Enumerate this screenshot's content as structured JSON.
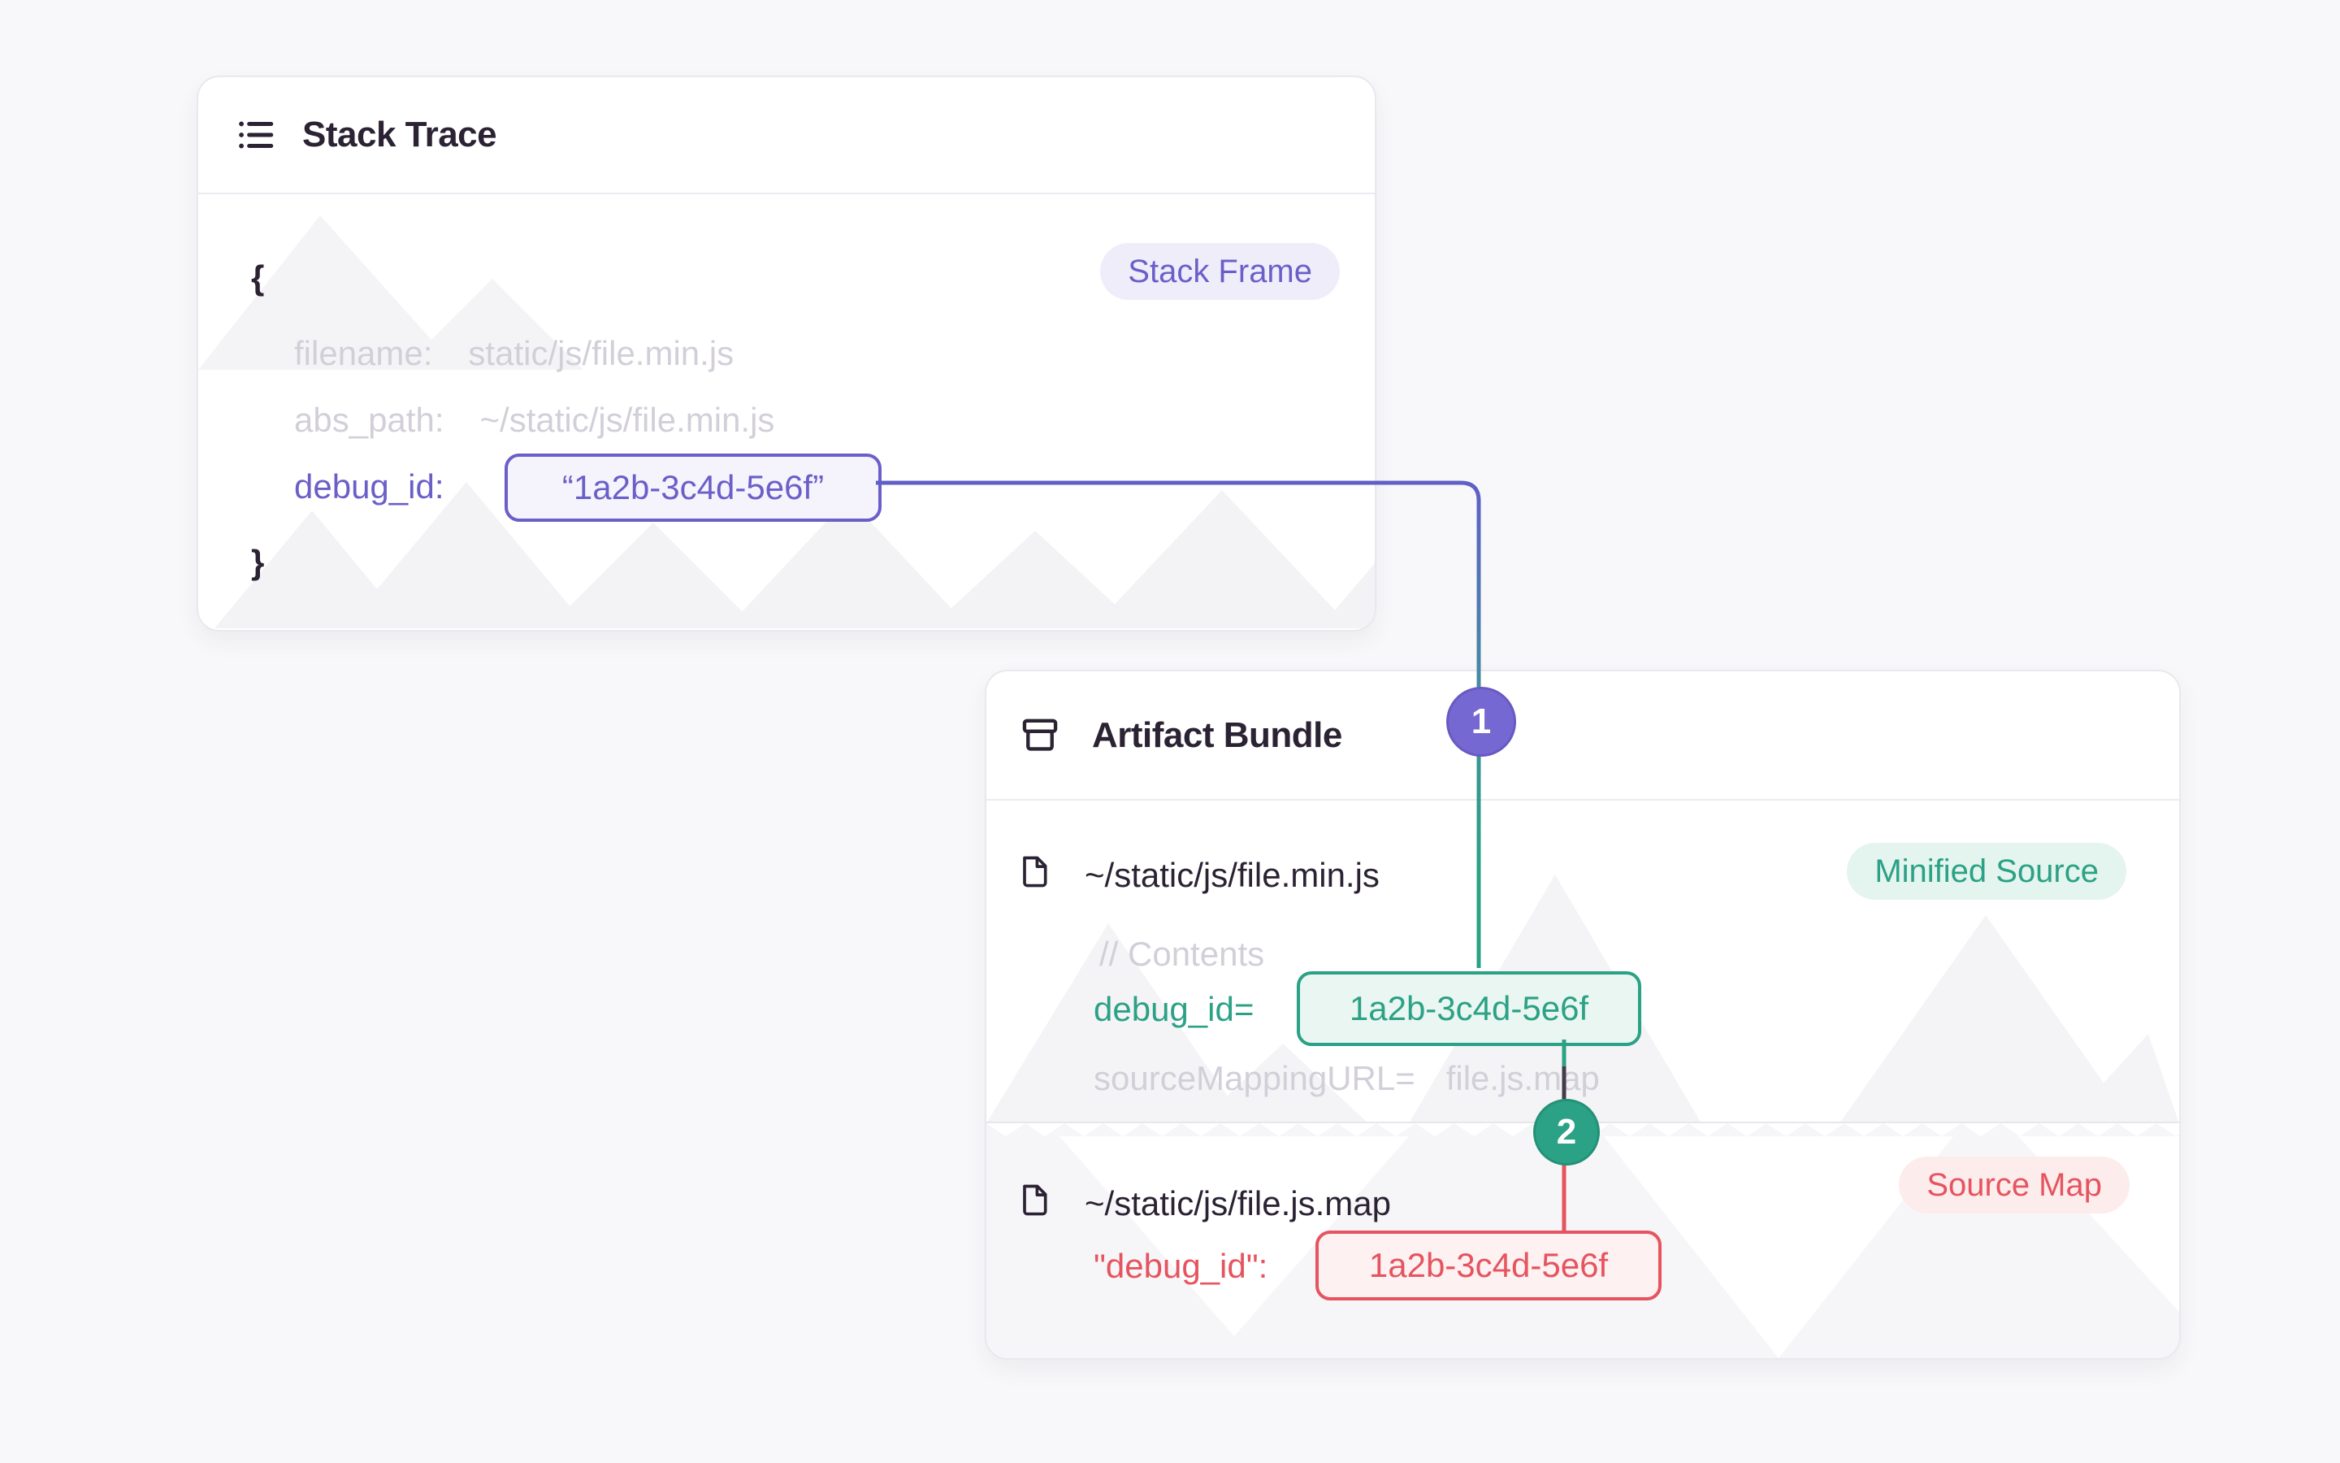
{
  "page": {
    "background": "#f8f8fa",
    "accent_colors": {
      "purple": "#6a5fc8",
      "green": "#2ba185",
      "red": "#e5545f",
      "dark_text": "#2b2233",
      "muted_text": "#d2cfd9",
      "connector_dark": "#433c4c"
    }
  },
  "stack_trace_card": {
    "title": "Stack Trace",
    "badge": "Stack Frame",
    "brace_open": "{",
    "brace_close": "}",
    "rows": {
      "filename": {
        "label": "filename:",
        "value": "static/js/file.min.js"
      },
      "abs_path": {
        "label": "abs_path:",
        "value": "~/static/js/file.min.js"
      },
      "debug_id": {
        "label": "debug_id:",
        "value": "“1a2b-3c4d-5e6f”"
      }
    }
  },
  "artifact_bundle_card": {
    "title": "Artifact Bundle",
    "minified": {
      "path": "~/static/js/file.min.js",
      "badge": "Minified Source",
      "comment": "// Contents",
      "debug": {
        "label": "debug_id=",
        "value": "1a2b-3c4d-5e6f"
      },
      "mapping": {
        "label": "sourceMappingURL=",
        "value": "file.js.map"
      }
    },
    "sourcemap": {
      "path": "~/static/js/file.js.map",
      "badge": "Source Map",
      "debug": {
        "label": "\"debug_id\":",
        "value": "1a2b-3c4d-5e6f"
      }
    }
  },
  "connectors": {
    "step1": "1",
    "step2": "2"
  }
}
